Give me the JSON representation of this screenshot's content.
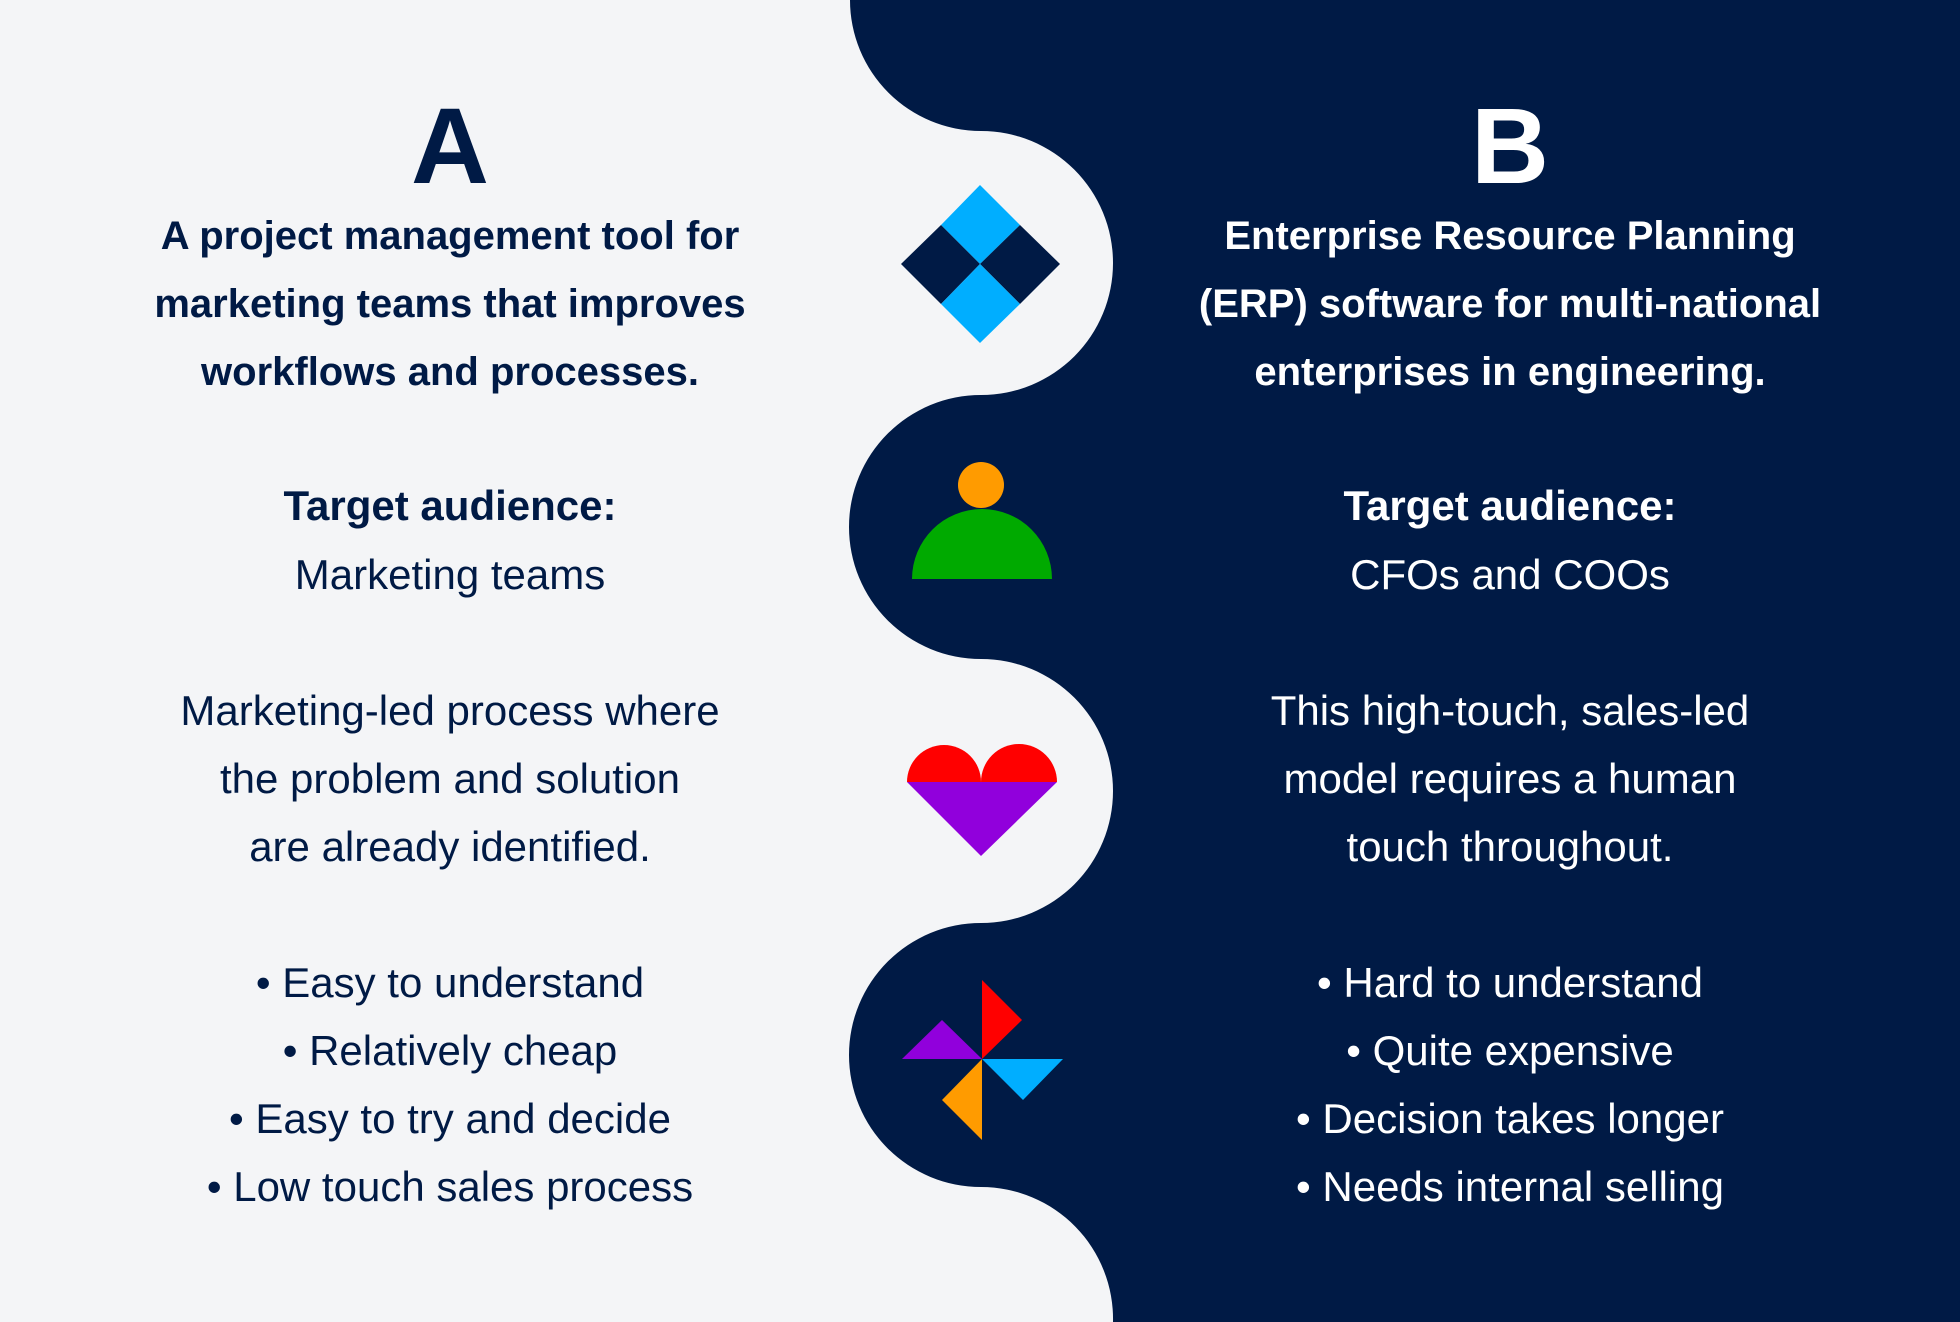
{
  "colors": {
    "background_light": "#f4f5f7",
    "background_dark": "#001a45",
    "blue": "#00aeff",
    "orange": "#ff9b00",
    "green": "#00aa00",
    "red": "#ff0000",
    "purple": "#9100dc"
  },
  "option_a": {
    "letter": "A",
    "description": [
      "A project management tool for",
      "marketing teams that improves",
      "workflows and processes."
    ],
    "target_label": "Target audience:",
    "target_value": "Marketing teams",
    "process": [
      "Marketing-led process where",
      "the problem and solution",
      "are already identified."
    ],
    "bullets": [
      "Easy to understand",
      "Relatively cheap",
      "Easy to try and decide",
      "Low touch sales process"
    ]
  },
  "option_b": {
    "letter": "B",
    "description": [
      "Enterprise Resource Planning",
      "(ERP) software for multi-national",
      "enterprises in engineering."
    ],
    "target_label": "Target audience:",
    "target_value": "CFOs and COOs",
    "process": [
      "This high-touch, sales-led",
      "model requires a human",
      "touch throughout."
    ],
    "bullets": [
      "Hard to understand",
      "Quite expensive",
      "Decision takes longer",
      "Needs internal selling"
    ]
  },
  "icons": [
    "product-diamond-icon",
    "audience-person-icon",
    "heart-icon",
    "pinwheel-icon"
  ]
}
